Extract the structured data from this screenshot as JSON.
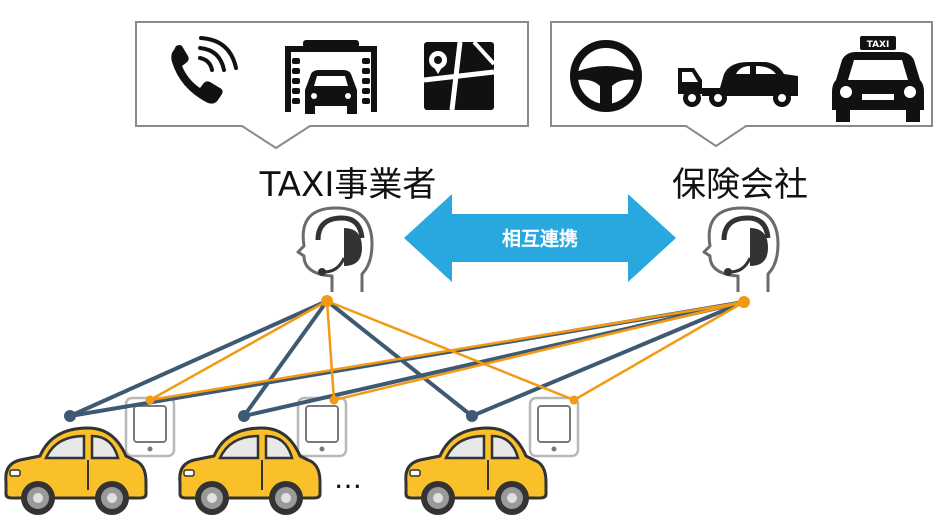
{
  "labels": {
    "taxi_operator": "TAXI事業者",
    "insurer": "保険会社",
    "cooperation": "相互連携",
    "ellipsis": "…",
    "taxi_sign": "TAXI"
  },
  "callouts": {
    "left": {
      "icons": [
        "phone-call-icon",
        "car-wash-icon",
        "map-icon"
      ]
    },
    "right": {
      "icons": [
        "steering-wheel-icon",
        "tow-truck-icon",
        "taxi-icon"
      ]
    }
  },
  "colors": {
    "operator_line": "#3e5a73",
    "insurer_line": "#f29a14",
    "arrow": "#29a8e0",
    "taxi_body": "#f9c02a",
    "outline": "#333333",
    "icon": "#111111"
  }
}
